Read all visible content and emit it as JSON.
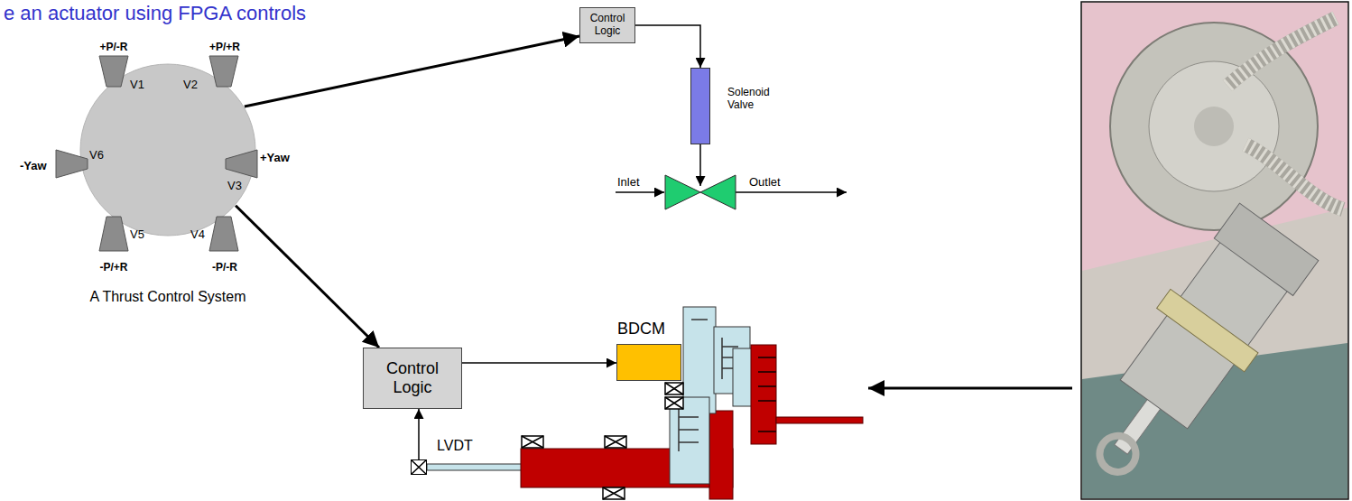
{
  "diagram": {
    "title": "e an actuator using FPGA controls",
    "nodes": [
      {
        "text": [
          "A Thrust Control System"
        ]
      },
      {
        "text": [
          "Control Logic"
        ]
      },
      {
        "text": [
          "Solenoid Valve"
        ]
      },
      {
        "text": [
          "Control Logic"
        ]
      },
      {
        "text": [
          "BDCM"
        ]
      },
      {
        "text": [
          "LVDT"
        ]
      }
    ],
    "edges": [
      {
        "from": 0,
        "to": 1,
        "arrow": "to"
      },
      {
        "from": 0,
        "to": 3,
        "arrow": "to"
      },
      {
        "from": 1,
        "to": 2,
        "arrow": "to"
      },
      {
        "from": 3,
        "to": 4,
        "arrow": "to"
      },
      {
        "from": 5,
        "to": 3,
        "arrow": "to"
      }
    ],
    "labels": [
      "+P/-R",
      "+P/+R",
      "V1",
      "V2",
      "-Yaw",
      "V6",
      "+Yaw",
      "V3",
      "V5",
      "V4",
      "-P/+R",
      "-P/-R",
      "Inlet",
      "Outlet"
    ]
  }
}
